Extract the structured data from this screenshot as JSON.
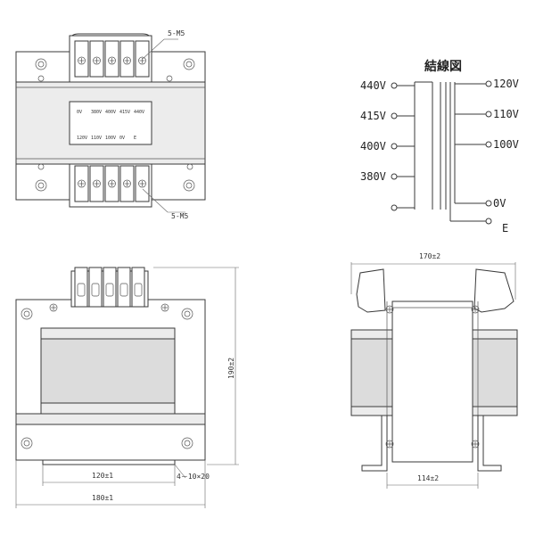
{
  "top_view": {
    "terminal_note_top": "5-M5",
    "terminal_note_bottom": "5-M5",
    "nameplate_top_row": [
      "0V",
      "380V",
      "400V",
      "415V",
      "440V"
    ],
    "nameplate_bottom_row": [
      "120V",
      "110V",
      "100V",
      "0V",
      "E"
    ]
  },
  "wiring_diagram": {
    "title": "結線図",
    "primary_taps": [
      "440V",
      "415V",
      "400V",
      "380V"
    ],
    "secondary_taps": [
      "120V",
      "110V",
      "100V",
      "0V"
    ],
    "earth_label": "E"
  },
  "front_view": {
    "dim_width": "180±1",
    "dim_hole_pitch": "120±1",
    "dim_height": "190±2",
    "mounting_holes": "4－10×20"
  },
  "side_view": {
    "dim_width": "170±2",
    "dim_base": "114±2"
  }
}
